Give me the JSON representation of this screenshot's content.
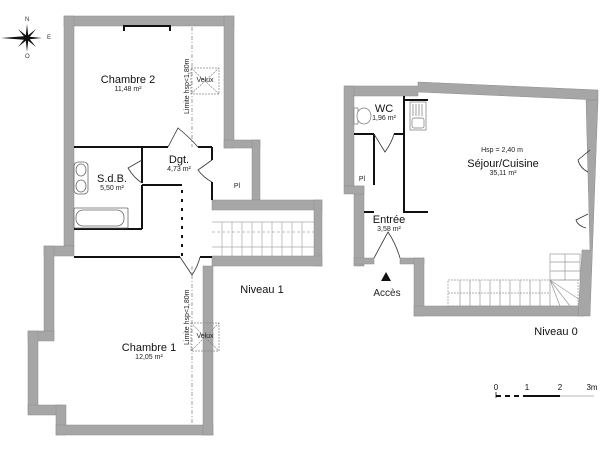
{
  "compass": {
    "north": "N",
    "east": "E",
    "west": "O"
  },
  "level1": {
    "label": "Niveau 1",
    "rooms": [
      {
        "name": "Chambre 2",
        "area": "11,48 m²"
      },
      {
        "name": "Dgt.",
        "area": "4,73 m²"
      },
      {
        "name": "S.d.B.",
        "area": "5,50 m²"
      },
      {
        "name": "Pl",
        "area": ""
      },
      {
        "name": "Chambre 1",
        "area": "12,05 m²"
      }
    ],
    "velux_label_top": "Velux",
    "velux_label_bottom": "Velux",
    "limit_top": "Limite hsp<1,80m",
    "limit_bottom": "Limite hsp<1,80m"
  },
  "level0": {
    "label": "Niveau 0",
    "ceiling_height": "Hsp = 2,40 m",
    "rooms": [
      {
        "name": "WC",
        "area": "1,96 m²"
      },
      {
        "name": "Pl",
        "area": ""
      },
      {
        "name": "Séjour/Cuisine",
        "area": "35,11 m²"
      },
      {
        "name": "Entrée",
        "area": "3,58 m²"
      }
    ],
    "access_label": "Accès"
  },
  "scale": {
    "ticks": [
      "0",
      "1",
      "2",
      "3m"
    ]
  },
  "colors": {
    "wall": "#a6a6a6",
    "wall_edge": "#8c8c8c",
    "partition": "#111111",
    "dash": "#777777"
  }
}
